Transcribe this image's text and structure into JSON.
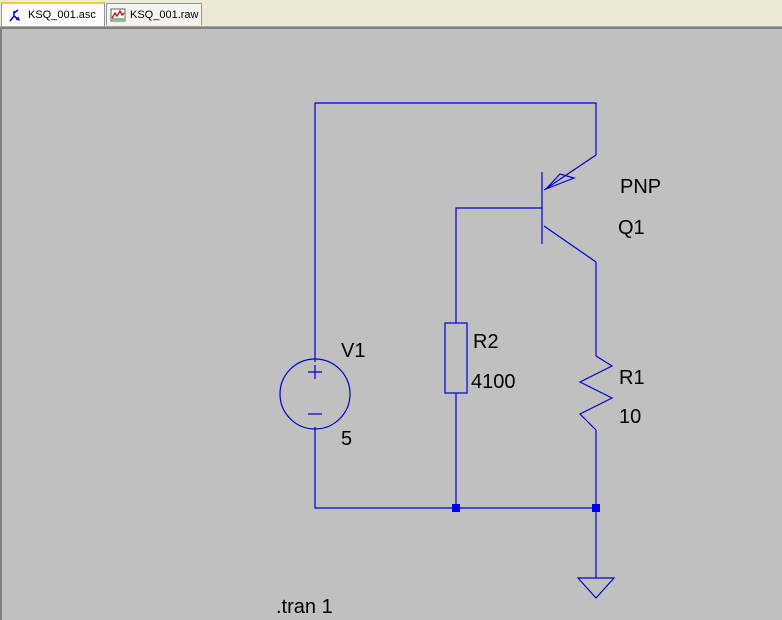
{
  "tabs": [
    {
      "label": "KSQ_001.asc",
      "icon": "schematic-icon",
      "active": true
    },
    {
      "label": "KSQ_001.raw",
      "icon": "waveform-icon",
      "active": false
    }
  ],
  "schematic": {
    "wire_color": "#0000cc",
    "junction_color": "#0000ee",
    "background_color": "#c0c0c0",
    "components": {
      "V1": {
        "name": "V1",
        "value": "5",
        "symbol": "voltage-source"
      },
      "R2": {
        "name": "R2",
        "value": "4100",
        "symbol": "resistor"
      },
      "R1": {
        "name": "R1",
        "value": "10",
        "symbol": "resistor"
      },
      "Q1": {
        "name": "Q1",
        "model": "PNP",
        "symbol": "pnp-transistor"
      }
    },
    "directive": ".tran 1"
  }
}
